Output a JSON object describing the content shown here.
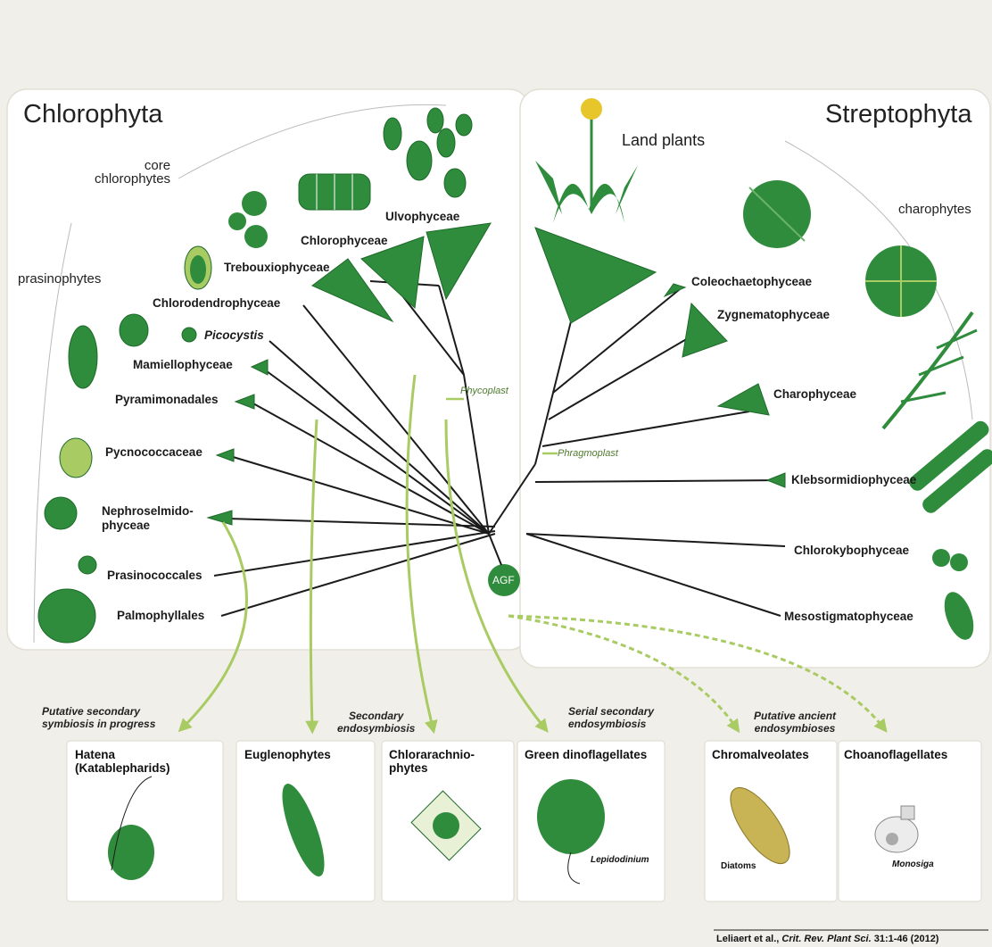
{
  "headers": {
    "left": "Chlorophyta",
    "right": "Streptophyta",
    "land_plants": "Land plants"
  },
  "groups": {
    "core_chlorophytes": "core\nchlorophytes",
    "prasinophytes": "prasinophytes",
    "charophytes": "charophytes"
  },
  "chlorophyta_taxa": {
    "ulvophyceae": "Ulvophyceae",
    "chlorophyceae": "Chlorophyceae",
    "trebouxiophyceae": "Trebouxiophyceae",
    "chlorodendrophyceae": "Chlorodendrophyceae",
    "picocystis": "Picocystis",
    "mamiellophyceae": "Mamiellophyceae",
    "pyramimonadales": "Pyramimonadales",
    "pycnococcaceae": "Pycnococcaceae",
    "nephroselmidophyceae": "Nephroselmido-\nphyceae",
    "prasinococcales": "Prasinococcales",
    "palmophyllales": "Palmophyllales"
  },
  "streptophyta_taxa": {
    "coleochaetophyceae": "Coleochaetophyceae",
    "zygnematophyceae": "Zygnematophyceae",
    "charophyceae": "Charophyceae",
    "klebsormidiophyceae": "Klebsormidiophyceae",
    "chlorokybophyceae": "Chlorokybophyceae",
    "mesostigmatophyceae": "Mesostigmatophyceae"
  },
  "innovations": {
    "phycoplast": "Phycoplast",
    "phragmoplast": "Phragmoplast",
    "root": "AGF"
  },
  "symbiosis_captions": {
    "putative_secondary": "Putative secondary\nsymbiosis in progress",
    "secondary": "Secondary\nendosymbiosis",
    "serial_secondary": "Serial secondary\nendosymbiosis",
    "putative_ancient": "Putative ancient\nendosymbioses"
  },
  "panels": [
    {
      "title": "Hatena\n(Katablepharids)",
      "subtitle": ""
    },
    {
      "title": "Euglenophytes",
      "subtitle": ""
    },
    {
      "title": "Chlorarachnio-\nphytes",
      "subtitle": ""
    },
    {
      "title": "Green dinoflagellates",
      "subtitle": "Lepidodinium"
    },
    {
      "title": "Chromalveolates",
      "subtitle": "Diatoms"
    },
    {
      "title": "Choanoflagellates",
      "subtitle": "Monosiga"
    }
  ],
  "citation": {
    "authors": "Leliaert et al.,",
    "journal": "Crit. Rev. Plant Sci.",
    "ref": "31:1-46 (2012)"
  },
  "colors": {
    "background": "#f1efe9",
    "panel": "#ffffff",
    "clade_green": "#2f8c3c",
    "dark_green": "#1e6a2a",
    "light_green": "#a9cb63",
    "branch": "#1b1b1b"
  }
}
